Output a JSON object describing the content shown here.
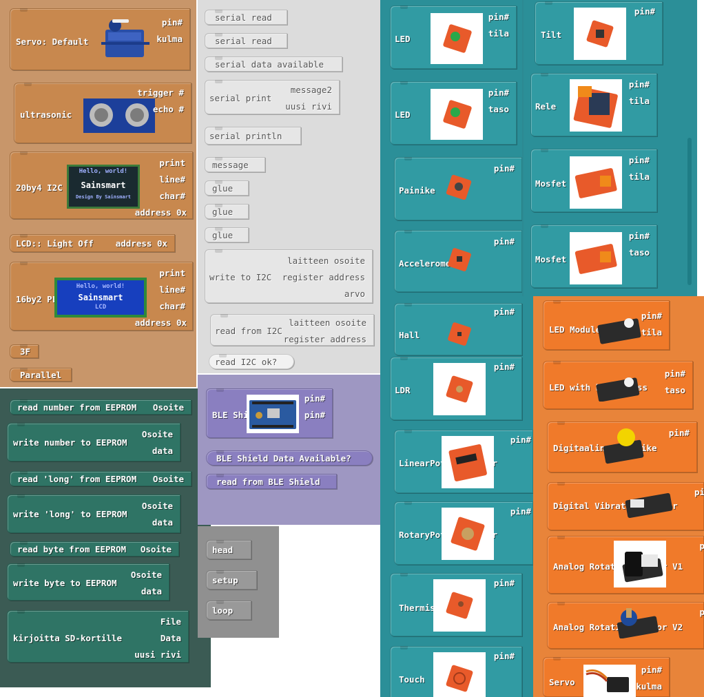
{
  "arduino": {
    "servo": {
      "label": "Servo: Default",
      "p1": "pin#",
      "p2": "kulma"
    },
    "ultra": {
      "label": "ultrasonic",
      "p1": "trigger #",
      "p2": "echo #"
    },
    "lcd20": {
      "label": "20by4 I2C",
      "p1": "print",
      "p2": "line#",
      "p3": "char#",
      "p4": "address 0x",
      "screen": "Sainsmart",
      "line1": "Hello, world!",
      "line2": "Design By Sainsmart"
    },
    "lcdoff": {
      "label": "LCD::  Light Off",
      "p1": "address 0x"
    },
    "lcd16": {
      "label": "16by2 PLL",
      "p1": "print",
      "p2": "line#",
      "p3": "char#",
      "p4": "address 0x",
      "screen": "Sainsmart",
      "line1": "Hello, world!",
      "line2": "LCD"
    },
    "b3f": "3F",
    "parallel": "Parallel"
  },
  "serial": {
    "read1": "serial read",
    "read2": "serial read",
    "avail": "serial data available",
    "print": {
      "label": "serial print",
      "p1": "message2",
      "p2": "uusi rivi"
    },
    "println": "serial println",
    "message": "message",
    "glue1": "glue",
    "glue2": "glue",
    "glue3": "glue",
    "wi2c": {
      "label": "write to I2C",
      "p1": "laitteen osoite",
      "p2": "register address",
      "p3": "arvo"
    },
    "ri2c": {
      "label": "read from I2C",
      "p1": "laitteen osoite",
      "p2": "register address"
    },
    "ri2cok": "read I2C ok?"
  },
  "eeprom": {
    "rnum": {
      "label": "read number from EEPROM",
      "p": "Osoite"
    },
    "wnum": {
      "label": "write number to EEPROM",
      "p1": "Osoite",
      "p2": "data"
    },
    "rlong": {
      "label": "read 'long' from EEPROM",
      "p": "Osoite"
    },
    "wlong": {
      "label": "write 'long' to EEPROM",
      "p1": "Osoite",
      "p2": "data"
    },
    "rbyte": {
      "label": "read byte from EEPROM",
      "p": "Osoite"
    },
    "wbyte": {
      "label": "write byte to EEPROM",
      "p1": "Osoite",
      "p2": "data"
    },
    "sd": {
      "label": "kirjoitta SD-kortille",
      "p1": "File",
      "p2": "Data",
      "p3": "uusi rivi"
    }
  },
  "ble": {
    "shield": {
      "label": "BLE Shield",
      "p1": "pin#",
      "p2": "pin#"
    },
    "avail": "BLE Shield Data Available?",
    "read": "read from BLE Shield"
  },
  "struct": {
    "head": "head",
    "setup": "setup",
    "loop": "loop"
  },
  "tinkerkit": {
    "led1": {
      "label": "LED",
      "p1": "pin#",
      "p2": "tila"
    },
    "led2": {
      "label": "LED",
      "p1": "pin#",
      "p2": "taso"
    },
    "painike": {
      "label": "Painike",
      "p1": "pin#"
    },
    "accel": {
      "label": "Accelerometer",
      "p1": "pin#"
    },
    "hall": {
      "label": "Hall",
      "p1": "pin#"
    },
    "ldr": {
      "label": "LDR",
      "p1": "pin#"
    },
    "linpot": {
      "label": "LinearPotentiometer",
      "p1": "pin#"
    },
    "rotpot": {
      "label": "RotaryPotentiometer",
      "p1": "pin#"
    },
    "therm": {
      "label": "Thermistor",
      "p1": "pin#"
    },
    "touch": {
      "label": "Touch",
      "p1": "pin#"
    },
    "tilt": {
      "label": "Tilt",
      "p1": "pin#"
    },
    "rele": {
      "label": "Rele",
      "p1": "pin#",
      "p2": "tila"
    },
    "mos1": {
      "label": "Mosfet",
      "p1": "pin#",
      "p2": "tila"
    },
    "mos2": {
      "label": "Mosfet",
      "p1": "pin#",
      "p2": "taso"
    }
  },
  "grove": {
    "ledmod": {
      "label": "LED Module",
      "p1": "pin#",
      "p2": "tila"
    },
    "ledbri": {
      "label": "LED with brightness",
      "p1": "pin#",
      "p2": "taso"
    },
    "dbtn": {
      "label": "Digitaalinen painike",
      "p1": "pin#"
    },
    "vib": {
      "label": "Digital Vibration Sensor",
      "p1": "pi"
    },
    "rot1": {
      "label": "Analog Rotation Sensor V1",
      "p1": "p"
    },
    "rot2": {
      "label": "Analog Rotation Sensor V2",
      "p1": "p"
    },
    "servo": {
      "label": "Servo",
      "p1": "pin#",
      "p2": "kulma"
    }
  },
  "colors": {
    "arduino": "#c8966a",
    "serial": "#dcdcdc",
    "eeprom": "#3b5b54",
    "ble": "#9e97c2",
    "struct": "#909090",
    "tinkerkit": "#2b8f98",
    "grove": "#e8843a"
  }
}
